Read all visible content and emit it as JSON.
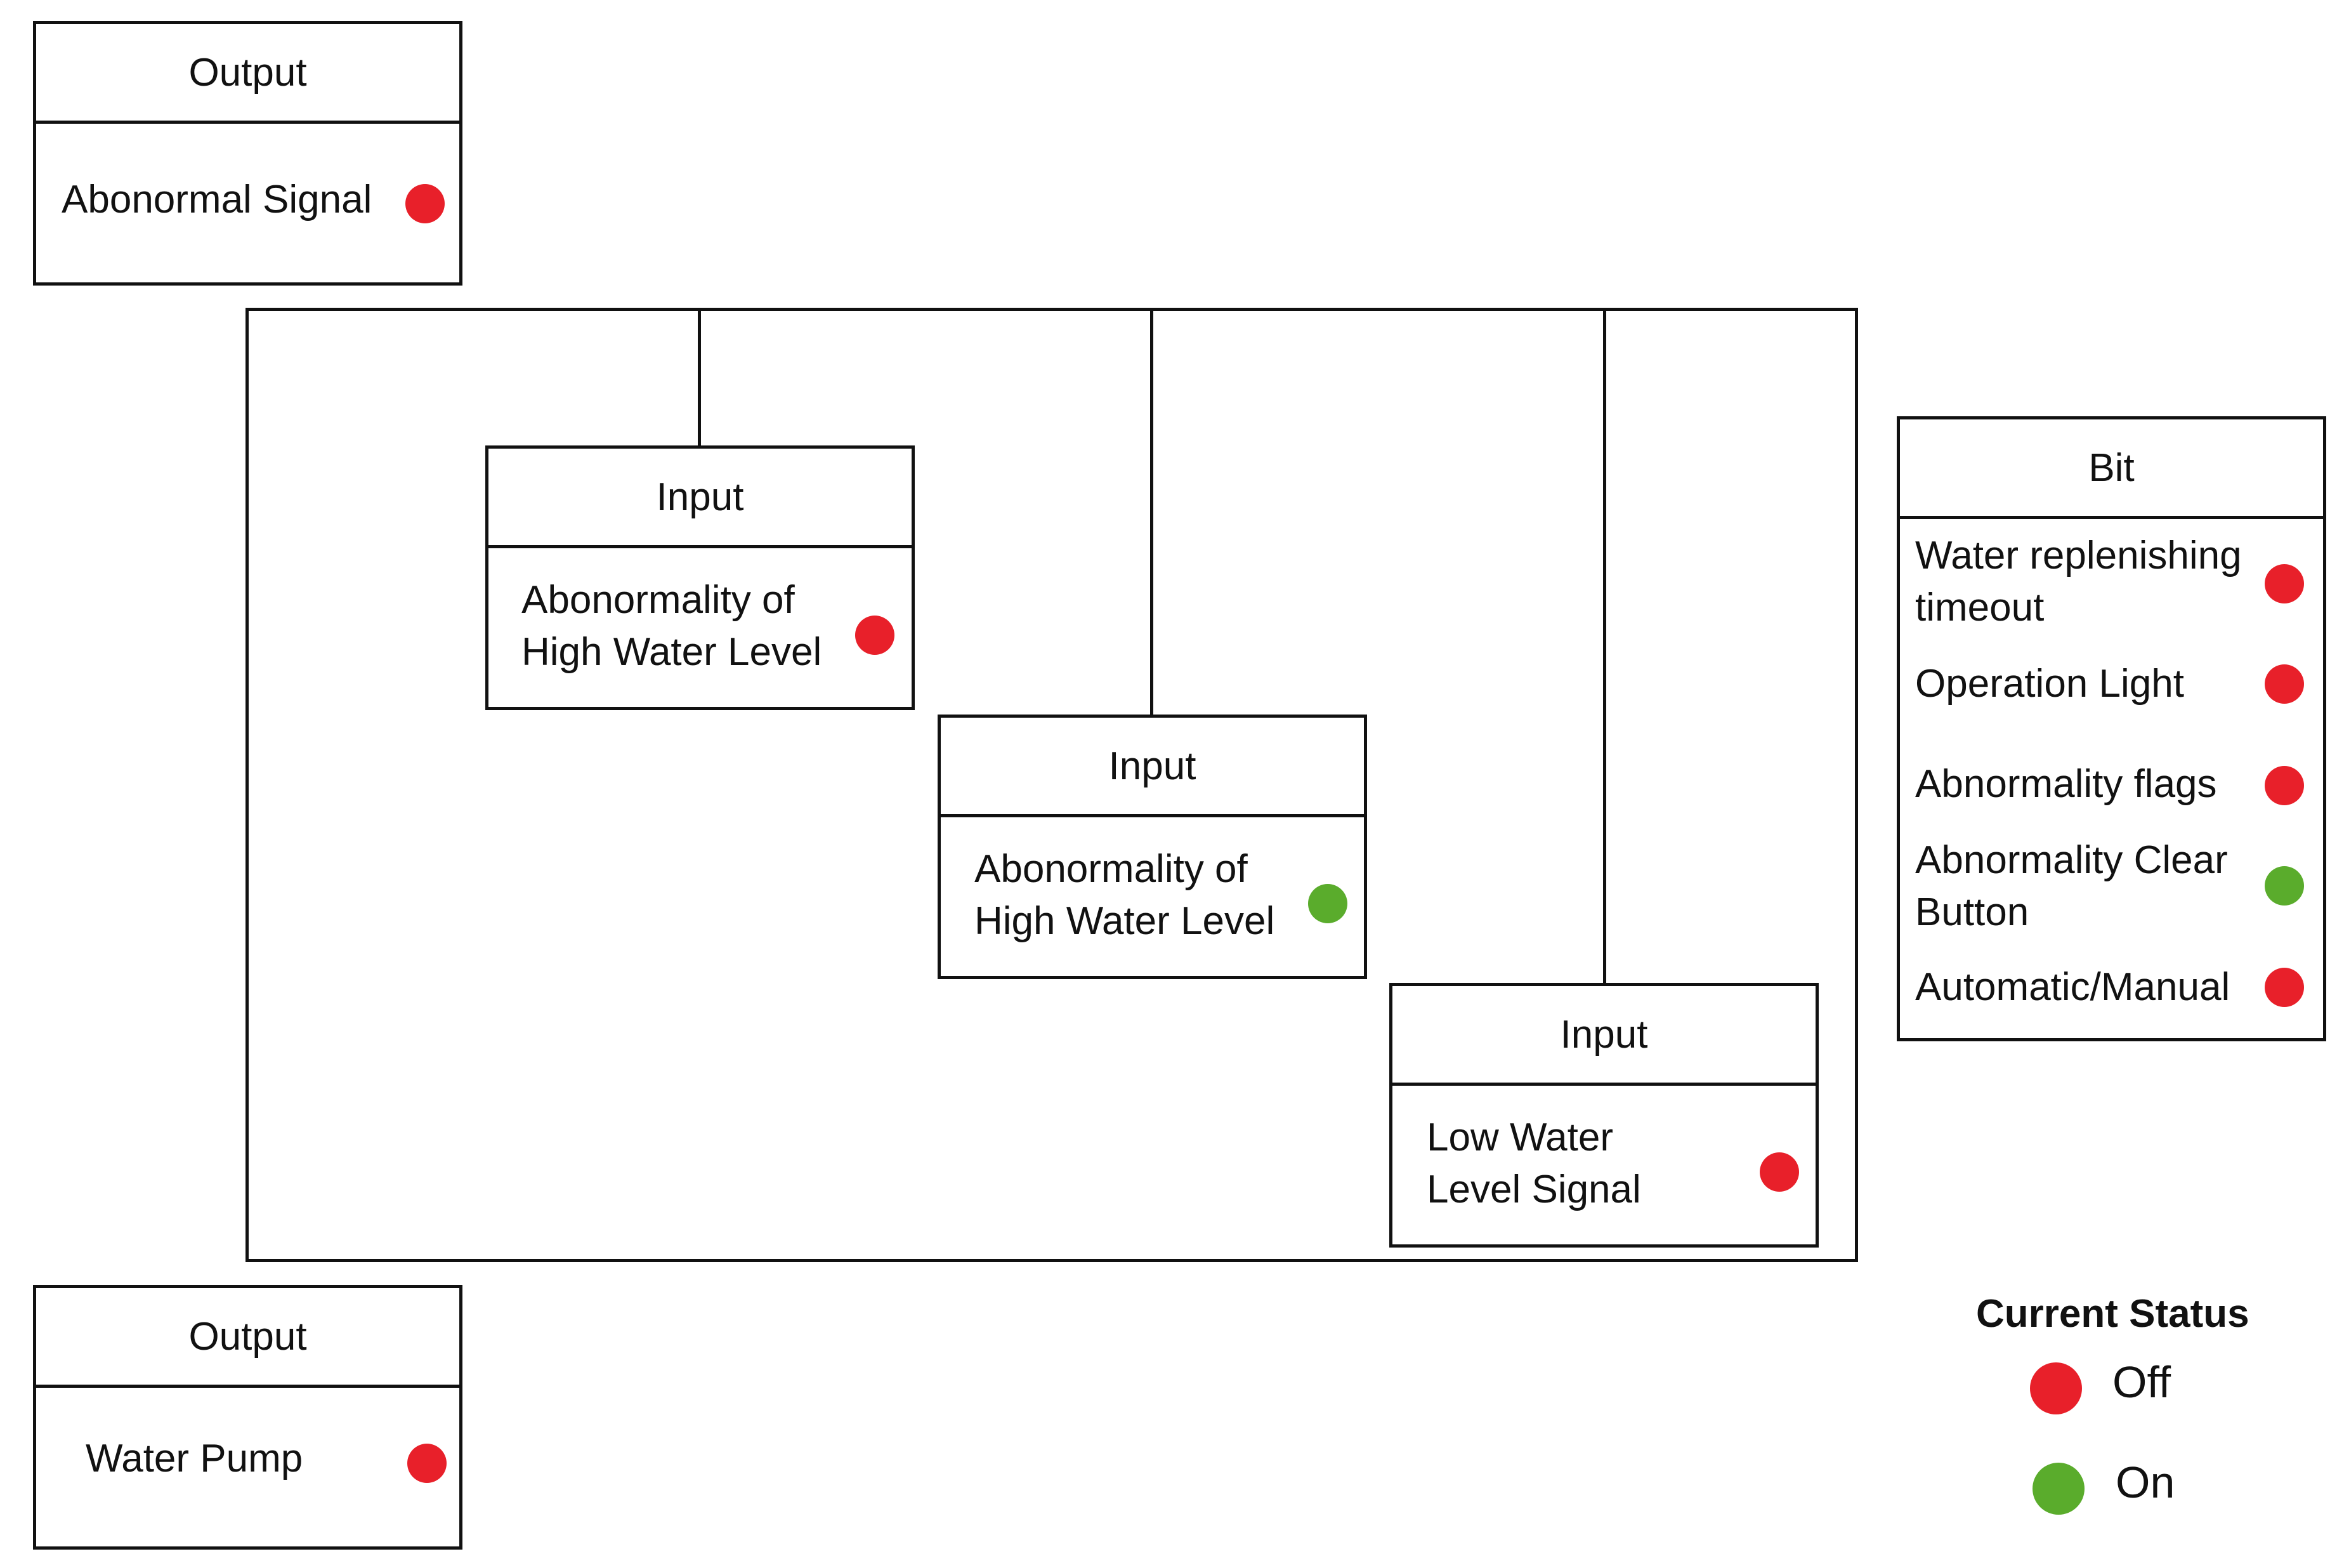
{
  "colors": {
    "off": "#e8202a",
    "on": "#5aac2c",
    "line": "#111111"
  },
  "output_top": {
    "header": "Output",
    "label": "Abonormal Signal",
    "state": "off"
  },
  "output_bottom": {
    "header": "Output",
    "label": "Water Pump",
    "state": "off"
  },
  "inputs": [
    {
      "header": "Input",
      "line1": "Abonormality of",
      "line2": "High Water Level",
      "state": "off"
    },
    {
      "header": "Input",
      "line1": "Abonormality of",
      "line2": "High Water Level",
      "state": "on"
    },
    {
      "header": "Input",
      "line1": "Low Water",
      "line2": "Level Signal",
      "state": "off"
    }
  ],
  "bit": {
    "header": "Bit",
    "items": [
      {
        "line1": "Water replenishing",
        "line2": "timeout",
        "state": "off"
      },
      {
        "line1": "Operation Light",
        "line2": "",
        "state": "off"
      },
      {
        "line1": "Abnormality flags",
        "line2": "",
        "state": "off"
      },
      {
        "line1": "Abnormality Clear",
        "line2": "Button",
        "state": "on"
      },
      {
        "line1": "Automatic/Manual",
        "line2": "",
        "state": "off"
      }
    ]
  },
  "legend": {
    "title": "Current Status",
    "off_label": "Off",
    "on_label": "On"
  }
}
